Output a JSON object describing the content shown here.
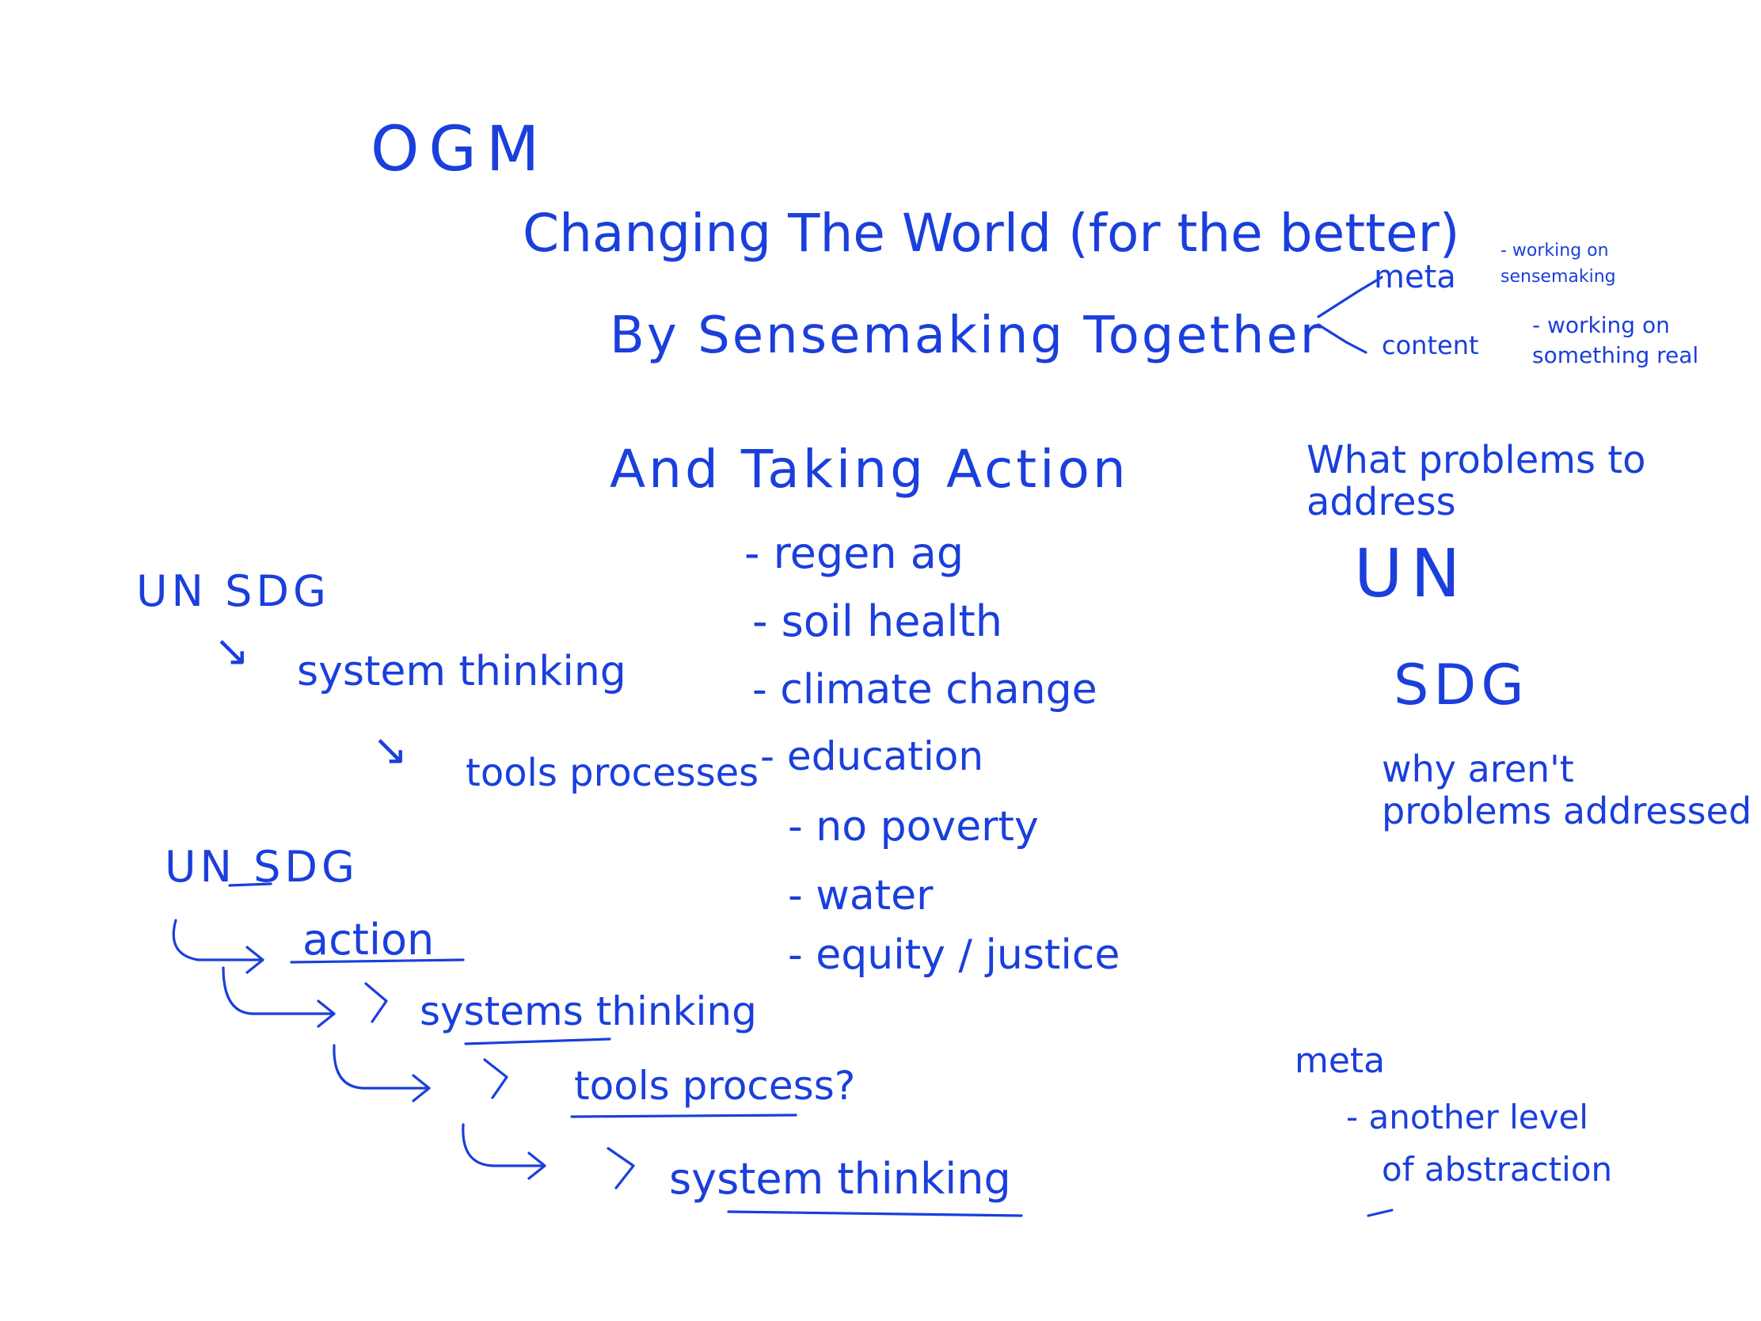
{
  "board": {
    "ink_color": "#1a3fdc",
    "title": "OGM",
    "headline": "Changing The World (for the better)",
    "line2": "By Sensemaking Together",
    "meta_branch": {
      "meta_label": "meta",
      "meta_note": "- working on sensemaking",
      "content_label": "content",
      "content_note": "- working on something real"
    },
    "line3": "And Taking Action",
    "action_list": [
      "- regen ag",
      "- soil health",
      "- climate change",
      "- education",
      "- no poverty",
      "- water",
      "- equity / justice"
    ],
    "right_column": {
      "question": "What problems to address",
      "un": "UN",
      "sdg": "SDG",
      "why": "why aren't problems addressed"
    },
    "flow_one": {
      "start": "UN SDG",
      "step1": "system thinking",
      "step2": "tools processes"
    },
    "flow_two": {
      "start": "UN SDG",
      "step1": "action",
      "step2": "systems thinking",
      "step3": "tools process?",
      "step4": "system thinking"
    },
    "meta_note": {
      "label": "meta",
      "text1": "- another level",
      "text2": "of abstraction"
    }
  }
}
